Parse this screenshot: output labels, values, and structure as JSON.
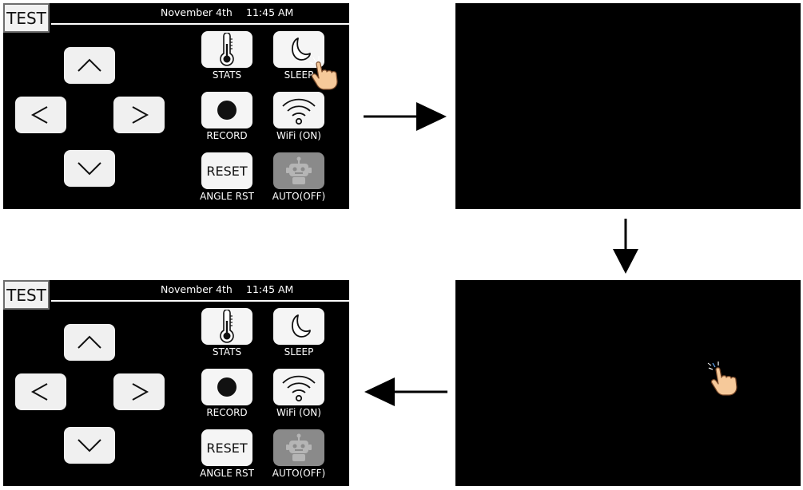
{
  "screens": [
    {
      "title": "TEST",
      "date": "November 4th",
      "time": "11:45 AM",
      "tiles": [
        {
          "label": "STATS",
          "icon": "thermometer-icon"
        },
        {
          "label": "SLEEP",
          "icon": "moon-icon"
        },
        {
          "label": "RECORD",
          "icon": "record-icon"
        },
        {
          "label": "WiFi (ON)",
          "icon": "wifi-icon"
        },
        {
          "label": "ANGLE RST",
          "button_text": "RESET"
        },
        {
          "label": "AUTO(OFF)",
          "icon": "robot-icon",
          "disabled": true
        }
      ],
      "nav": [
        "up",
        "left",
        "right",
        "down"
      ]
    },
    {
      "title": "TEST",
      "date": "November 4th",
      "time": "11:45 AM",
      "tiles": [
        {
          "label": "STATS",
          "icon": "thermometer-icon"
        },
        {
          "label": "SLEEP",
          "icon": "moon-icon"
        },
        {
          "label": "RECORD",
          "icon": "record-icon"
        },
        {
          "label": "WiFi (ON)",
          "icon": "wifi-icon"
        },
        {
          "label": "ANGLE RST",
          "button_text": "RESET"
        },
        {
          "label": "AUTO(OFF)",
          "icon": "robot-icon",
          "disabled": true
        }
      ],
      "nav": [
        "up",
        "left",
        "right",
        "down"
      ]
    }
  ],
  "colors": {
    "screen_bg": "#000000",
    "tile_bg": "#f5f5f5",
    "tile_disabled_bg": "#8a8a8a",
    "hand_fill": "#f6c99a",
    "text_on_screen": "#ffffff"
  },
  "flow": [
    "right",
    "down",
    "left"
  ]
}
